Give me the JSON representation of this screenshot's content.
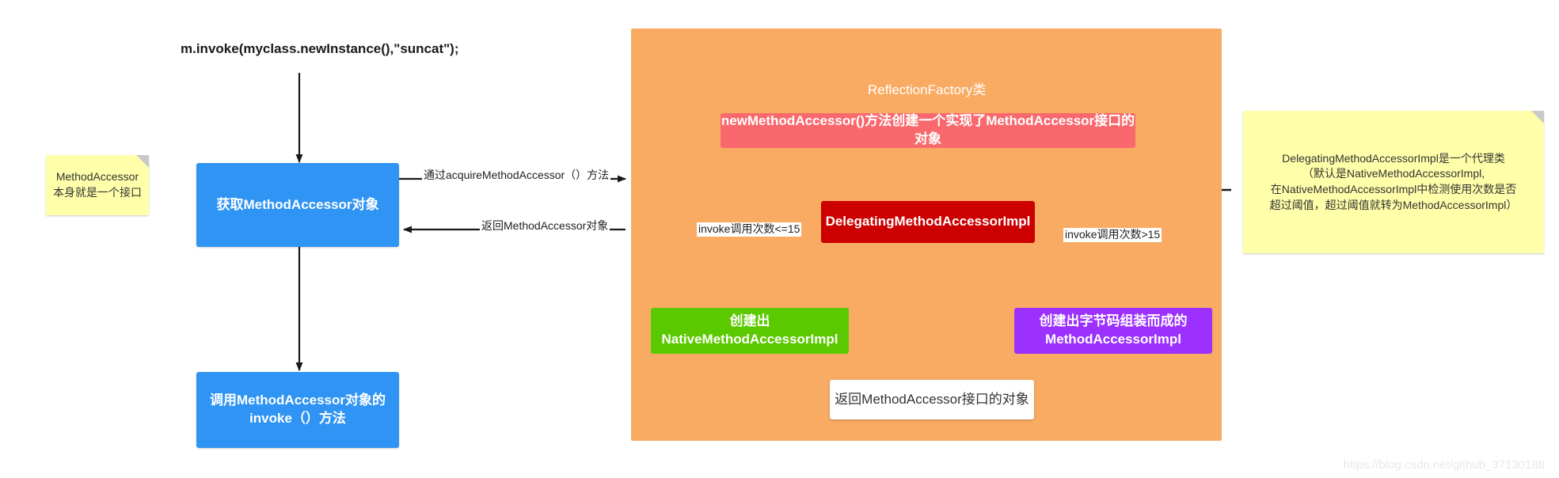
{
  "diagram": {
    "title": "m.invoke(myclass.newInstance(),\"suncat\");",
    "watermark": "https://blog.csdn.net/github_37130188",
    "colors": {
      "blue": "#2f94f3",
      "orange_panel": "#f9ab63",
      "salmon": "#f9686c",
      "dark_red": "#cc0000",
      "green": "#5bc900",
      "purple": "#9b30ff",
      "sticky_yellow": "#ffffaa",
      "white_box": "#ffffff",
      "edge": "#1a1a1a"
    }
  },
  "notes": {
    "left": "MethodAccessor\n本身就是一个接口",
    "right": "DelegatingMethodAccessorImpl是一个代理类\n（默认是NativeMethodAccessorImpl,\n在NativeMethodAccessorImpl中检测使用次数是否\n超过阈值，超过阈值就转为MethodAccessorImpl）"
  },
  "nodes": {
    "get_accessor": "获取MethodAccessor对象",
    "call_invoke": "调用MethodAccessor对象的\ninvoke（）方法",
    "panel_title": "ReflectionFactory类",
    "new_method_accessor": "newMethodAccessor()方法创建一个实现了MethodAccessor接口的对象",
    "delegating_impl": "DelegatingMethodAccessorImpl",
    "native_impl": "创建出\nNativeMethodAccessorImpl",
    "bytecode_impl": "创建出字节码组装而成的\nMethodAccessorImpl",
    "return_object": "返回MethodAccessor接口的对象"
  },
  "edges": {
    "acquire": "通过acquireMethodAccessor（）方法",
    "return_accessor": "返回MethodAccessor对象",
    "count_lte": "invoke调用次数<=15",
    "count_gt": "invoke调用次数>15"
  }
}
